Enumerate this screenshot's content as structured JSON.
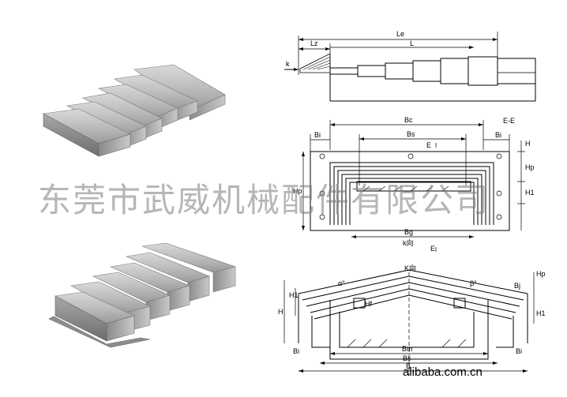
{
  "diagram_top": {
    "labels": {
      "le": "Le",
      "lz": "Lz",
      "l": "L",
      "k": "k"
    }
  },
  "diagram_middle": {
    "labels": {
      "bc": "Bc",
      "ee": "E-E",
      "bi_left": "Bi",
      "bi_right": "Bi",
      "bs": "Bs",
      "e_top": "E",
      "h": "H",
      "hp_right": "Hp",
      "h1": "H1",
      "hp_left": "Hp",
      "bg": "Bg",
      "k_dir": "k向",
      "e_bottom": "E"
    }
  },
  "diagram_bottom": {
    "labels": {
      "k_dir": "K向",
      "alpha": "α°",
      "beta": "β°",
      "bj": "Bj",
      "hp": "Hp",
      "h": "H",
      "h1_left": "H1",
      "h1_right": "H1",
      "hf": "Hf",
      "bi_left": "Bi",
      "bi_right": "Bi",
      "bm": "Bm",
      "bs": "Bs",
      "b": "B"
    }
  },
  "watermark": {
    "text": "东莞市武威机械配件有限公司"
  },
  "brand": {
    "text": "alibaba.com.cn"
  }
}
